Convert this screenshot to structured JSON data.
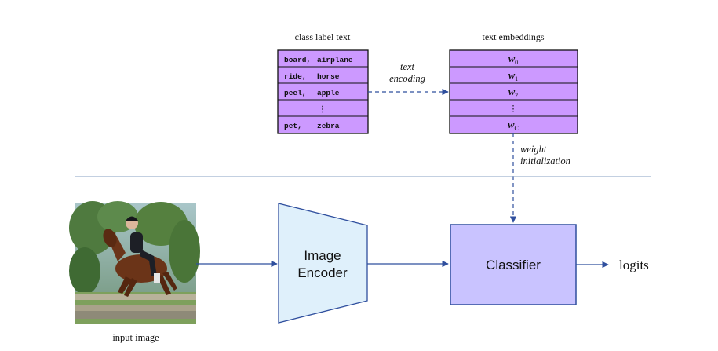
{
  "top": {
    "class_label_title": "class label text",
    "class_labels": [
      {
        "a": "board,",
        "b": "airplane"
      },
      {
        "a": "ride,",
        "b": "horse"
      },
      {
        "a": "peel,",
        "b": "apple"
      },
      {
        "a": "⋮",
        "b": ""
      },
      {
        "a": "pet,",
        "b": "zebra"
      }
    ],
    "text_encoding_line1": "text",
    "text_encoding_line2": "encoding",
    "embeddings_title": "text embeddings",
    "embeddings": [
      {
        "base": "w",
        "sub": "0"
      },
      {
        "base": "w",
        "sub": "1"
      },
      {
        "base": "w",
        "sub": "2"
      },
      {
        "base": "⋮",
        "sub": ""
      },
      {
        "base": "w",
        "sub": "C"
      }
    ],
    "weight_init_line1": "weight",
    "weight_init_line2": "initialization"
  },
  "bottom": {
    "input_image_caption": "input image",
    "encoder_line1": "Image",
    "encoder_line2": "Encoder",
    "classifier_label": "Classifier",
    "output_label": "logits"
  },
  "colors": {
    "purple_fill": "#cc99ff",
    "classifier_fill": "#c9c3ff",
    "encoder_fill": "#dff0fb",
    "edge": "#2f4f9e",
    "divider": "#9fb3cf"
  }
}
